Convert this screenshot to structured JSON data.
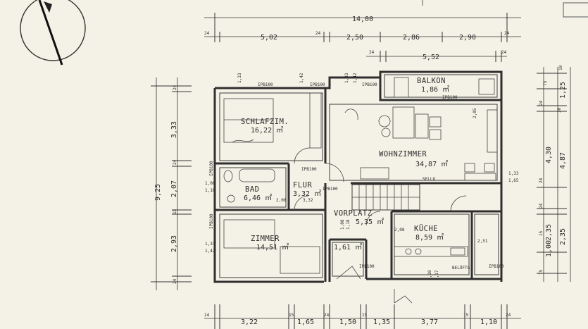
{
  "plan": {
    "rooms": {
      "schlafzimmer": {
        "name": "SCHLAFZIM.",
        "area": "16,22 ㎡"
      },
      "wohnzimmer": {
        "name": "WOHNZIMMER",
        "area": "34,87 ㎡"
      },
      "balkon": {
        "name": "BALKON",
        "area": "1,86 ㎡"
      },
      "bad": {
        "name": "BAD",
        "area": "6,46 ㎡"
      },
      "flur": {
        "name": "FLUR",
        "area": "3,32 ㎡"
      },
      "vorplatz": {
        "name": "VORPLATZ",
        "area": "5,35 ㎡"
      },
      "zimmer": {
        "name": "ZIMMER",
        "area": "14,51 ㎡"
      },
      "kueche": {
        "name": "KÜCHE",
        "area": "8,59 ㎡"
      },
      "abstell": {
        "area": "1,61 ㎡"
      }
    },
    "top_dimensions": {
      "total": "14,00",
      "row2": [
        "24",
        "5,02",
        "24",
        "2,50",
        "2,86",
        "2,90",
        "24"
      ],
      "row3": [
        "24",
        "5,52",
        "24"
      ]
    },
    "bottom_dimensions": [
      "24",
      "3,22",
      "15",
      "1,65",
      "24",
      "1,50",
      "15",
      "1,35",
      "3,77",
      "15",
      "1,10",
      "24"
    ],
    "left_dimensions": {
      "total": "9,25",
      "segments": [
        "24",
        "3,33",
        "24",
        "2,07",
        "15",
        "2,93",
        "24"
      ]
    },
    "right_dimensions": {
      "col1": [
        "10",
        "75",
        "24",
        "24",
        "24",
        "15",
        "75"
      ],
      "col2": [
        "1,25",
        "30",
        "4,30",
        "2,35",
        "1,00"
      ],
      "col3": [
        "4,87",
        "2,35"
      ]
    },
    "window_labels": [
      "IPB100",
      "IPB100",
      "IPB100",
      "IPB100",
      "IPB100",
      "IPB100",
      "IPB100",
      "IPB100",
      "IPB100",
      "IPB100"
    ],
    "opening_labels": [
      "1,33",
      "1,42",
      "1,33",
      "1,42",
      "1,08",
      "1,18",
      "1,08",
      "1,18",
      "1,33",
      "1,42",
      "1,33",
      "1,65",
      "2,08",
      "2,08",
      "2,10",
      "1,17",
      "2,51",
      "2,05",
      "3,32"
    ],
    "misc_labels": {
      "belueftg": "BELÜFTG.",
      "sello": "SELLO"
    }
  }
}
